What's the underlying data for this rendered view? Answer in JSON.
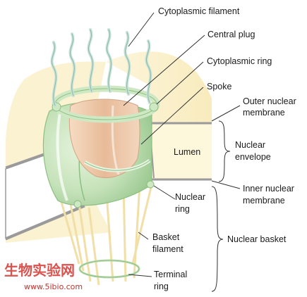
{
  "labels": {
    "cytoplasmic_filament": "Cytoplasmic filament",
    "central_plug": "Central plug",
    "cytoplasmic_ring": "Cytoplasmic ring",
    "spoke": "Spoke",
    "outer_membrane_1": "Outer nuclear",
    "outer_membrane_2": "membrane",
    "lumen": "Lumen",
    "nuclear_envelope_1": "Nuclear",
    "nuclear_envelope_2": "envelope",
    "inner_membrane_1": "Inner nuclear",
    "inner_membrane_2": "membrane",
    "nuclear_ring_1": "Nuclear",
    "nuclear_ring_2": "ring",
    "nuclear_basket": "Nuclear basket",
    "basket_filament_1": "Basket",
    "basket_filament_2": "filament",
    "terminal_ring_1": "Terminal",
    "terminal_ring_2": "ring"
  },
  "watermark": {
    "chinese": "生物实验网",
    "url": "www.5ibio.com"
  },
  "colors": {
    "membrane_fill": "#fbf2cf",
    "pore_green": "#cfe8c4",
    "pore_green_dark": "#8cbf82",
    "plug_fill": "#efcfb2",
    "filament_stroke": "#c6e2d6",
    "basket_strand": "#f3e2ad",
    "membrane_line": "#9a9a9a"
  }
}
